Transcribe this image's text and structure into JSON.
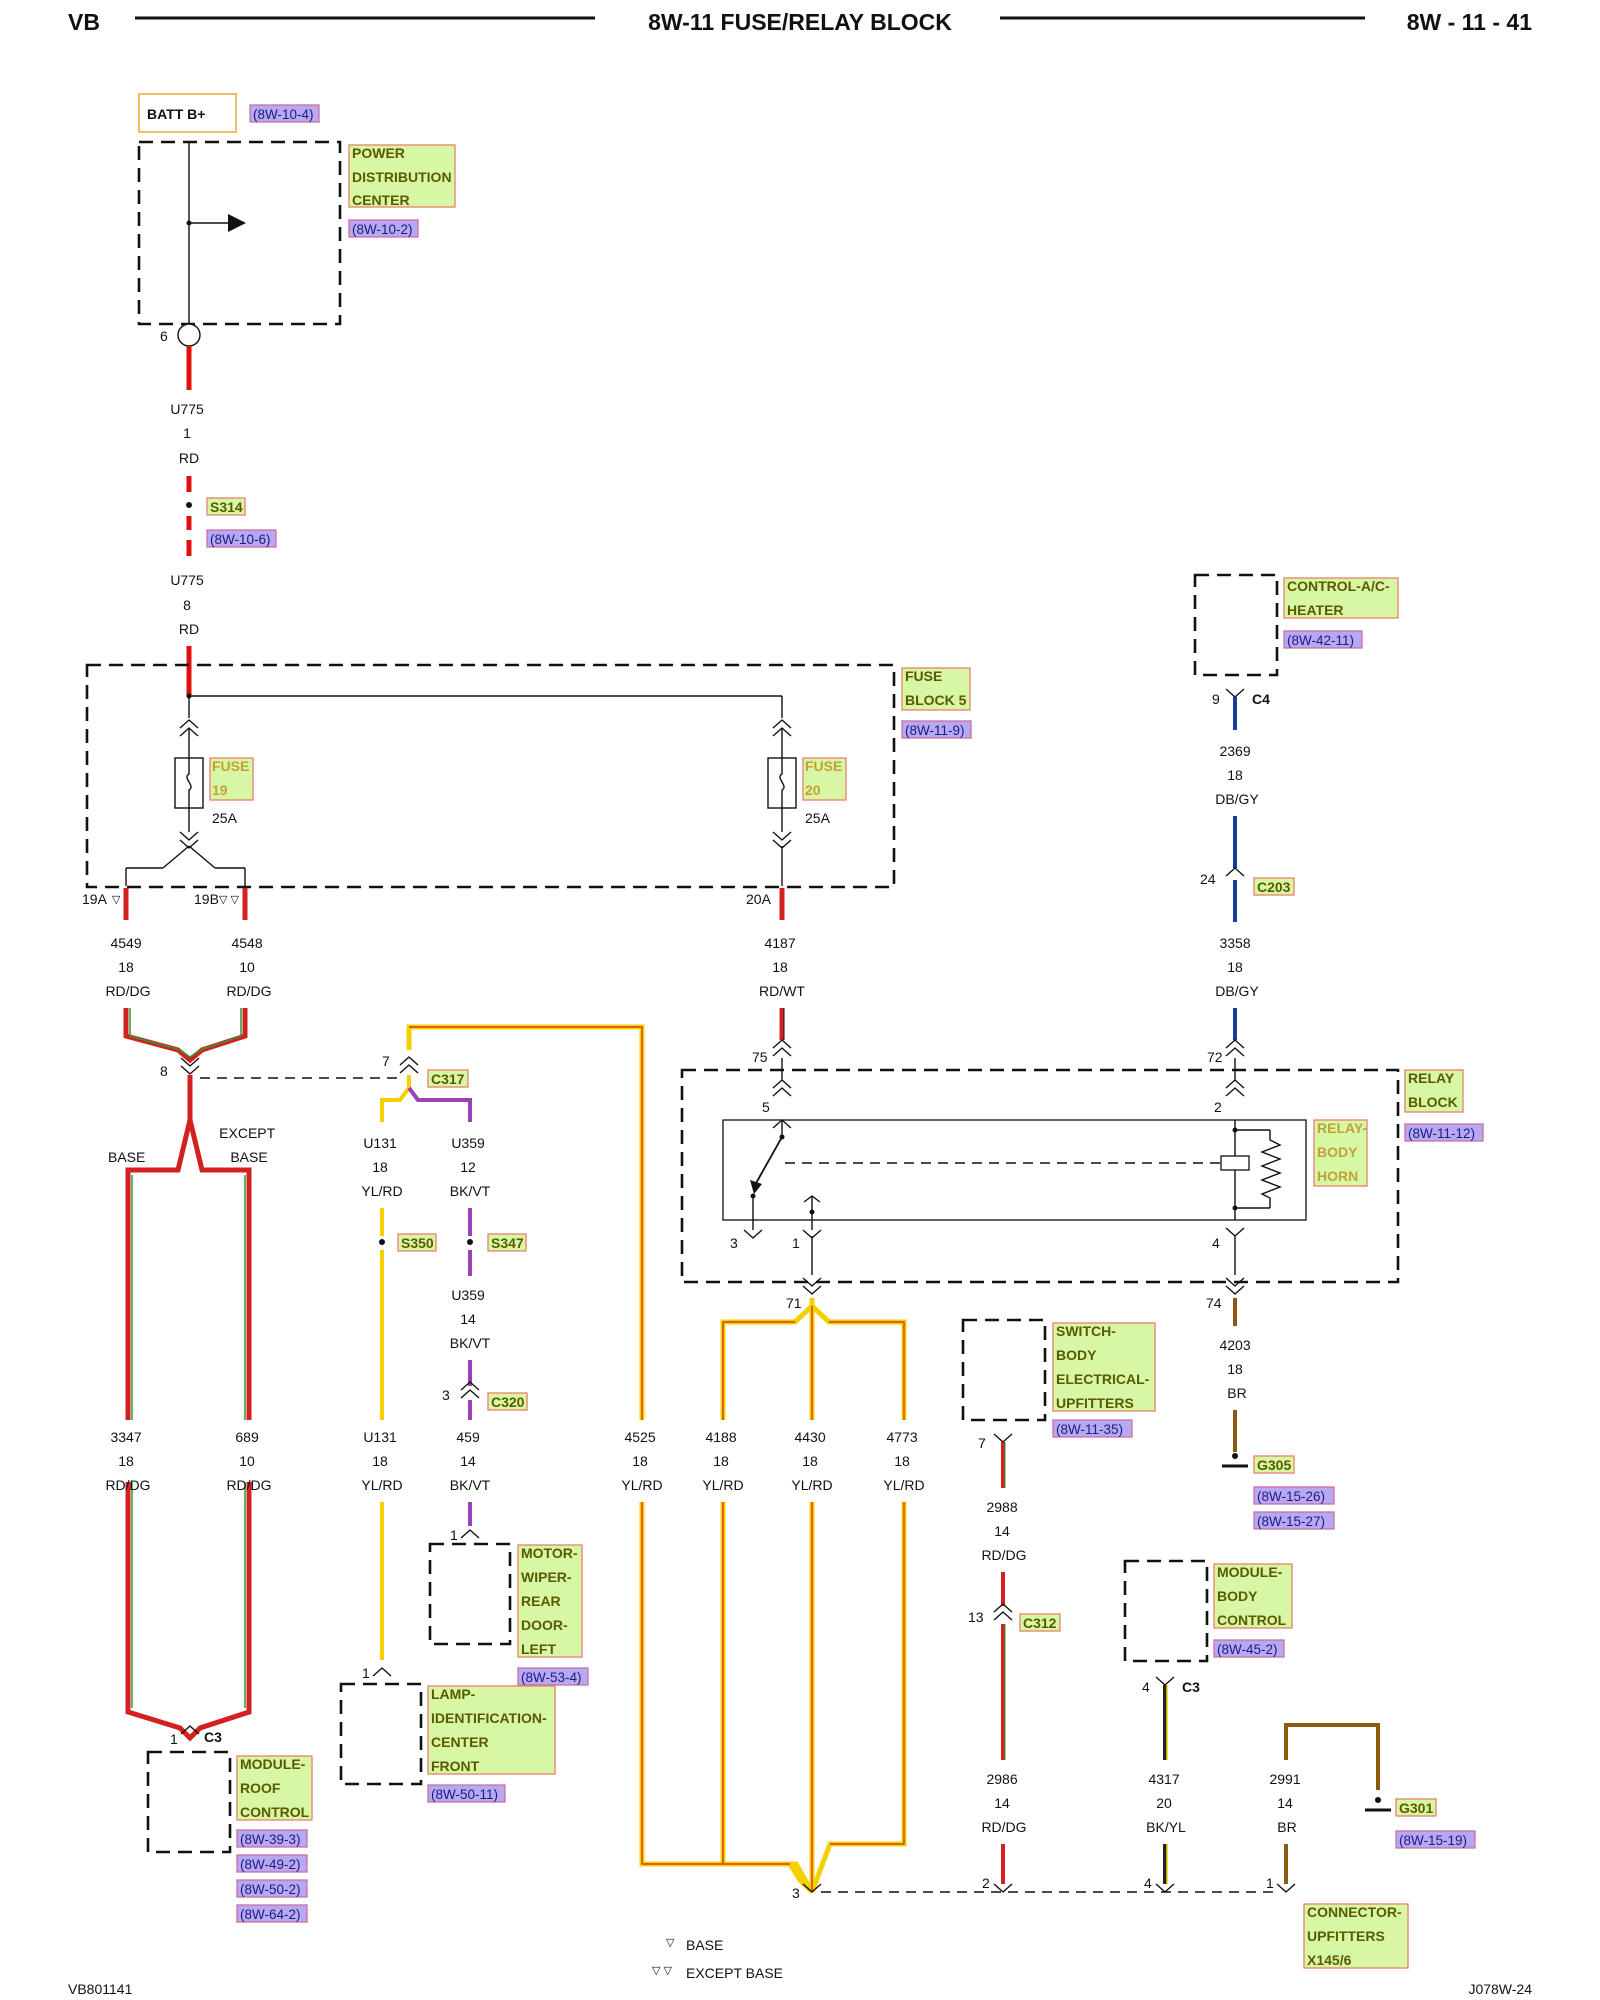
{
  "header": {
    "left": "VB",
    "title": "8W-11 FUSE/RELAY BLOCK",
    "right": "8W - 11 - 41"
  },
  "footer": {
    "left": "VB801141",
    "right": "J078W-24"
  },
  "legend": {
    "base": "BASE",
    "except_base": "EXCEPT BASE"
  },
  "components": {
    "batt": {
      "label": "BATT B+",
      "ref": "(8W-10-4)"
    },
    "pdc": {
      "name": [
        "POWER",
        "DISTRIBUTION",
        "CENTER"
      ],
      "ref": "(8W-10-2)",
      "pin": "6"
    },
    "splice_s314": {
      "label": "S314",
      "ref": "(8W-10-6)"
    },
    "fuse_block": {
      "name": [
        "FUSE",
        "BLOCK 5"
      ],
      "ref": "(8W-11-9)"
    },
    "fuse19": {
      "name": [
        "FUSE",
        "19"
      ],
      "rating": "25A",
      "pin_a": "19A",
      "pin_b": "19B"
    },
    "fuse20": {
      "name": [
        "FUSE",
        "20"
      ],
      "rating": "25A",
      "pin": "20A"
    },
    "control_ac": {
      "name": [
        "CONTROL-A/C-",
        "HEATER"
      ],
      "ref": "(8W-42-11)",
      "pin": "9",
      "conn": "C4"
    },
    "c203": {
      "label": "C203",
      "pin": "24"
    },
    "relay_block": {
      "name": [
        "RELAY",
        "BLOCK"
      ],
      "ref": "(8W-11-12)",
      "pins": [
        "75",
        "72",
        "5",
        "2",
        "3",
        "1",
        "4",
        "71",
        "74"
      ]
    },
    "relay_horn": {
      "name": [
        "RELAY-",
        "BODY",
        "HORN"
      ]
    },
    "c317": {
      "label": "C317",
      "pin": "7",
      "splice_pin": "8"
    },
    "s350": {
      "label": "S350"
    },
    "s347": {
      "label": "S347"
    },
    "c320": {
      "label": "C320",
      "pin": "3"
    },
    "motor_wiper": {
      "name": [
        "MOTOR-",
        "WIPER-",
        "REAR",
        "DOOR-",
        "LEFT"
      ],
      "ref": "(8W-53-4)",
      "pin": "1"
    },
    "lamp_id": {
      "name": [
        "LAMP-",
        "IDENTIFICATION-",
        "CENTER",
        "FRONT"
      ],
      "ref": "(8W-50-11)",
      "pin": "1"
    },
    "module_roof": {
      "name": [
        "MODULE-",
        "ROOF",
        "CONTROL"
      ],
      "refs": [
        "(8W-39-3)",
        "(8W-49-2)",
        "(8W-50-2)",
        "(8W-64-2)"
      ],
      "pin": "1",
      "conn": "C3"
    },
    "switch_body": {
      "name": [
        "SWITCH-",
        "BODY",
        "ELECTRICAL-",
        "UPFITTERS"
      ],
      "ref": "(8W-11-35)",
      "pin": "7"
    },
    "c312": {
      "label": "C312",
      "pin": "13"
    },
    "g305": {
      "label": "G305",
      "refs": [
        "(8W-15-26)",
        "(8W-15-27)"
      ]
    },
    "module_body": {
      "name": [
        "MODULE-",
        "BODY",
        "CONTROL"
      ],
      "ref": "(8W-45-2)",
      "pin": "4",
      "conn": "C3"
    },
    "g301": {
      "label": "G301",
      "ref": "(8W-15-19)"
    },
    "connector_upfitters": {
      "name": [
        "CONNECTOR-",
        "UPFITTERS",
        "X145/6"
      ],
      "pins": [
        "3",
        "2",
        "4",
        "1"
      ]
    }
  },
  "branch_labels": {
    "base": "BASE",
    "except": [
      "EXCEPT",
      "BASE"
    ]
  },
  "wires": [
    {
      "id": "u775a",
      "circuit": "U775",
      "gauge": "1",
      "color": "RD"
    },
    {
      "id": "u775b",
      "circuit": "U775",
      "gauge": "8",
      "color": "RD"
    },
    {
      "id": "w4549",
      "circuit": "4549",
      "gauge": "18",
      "color": "RD/DG"
    },
    {
      "id": "w4548",
      "circuit": "4548",
      "gauge": "10",
      "color": "RD/DG"
    },
    {
      "id": "w4187",
      "circuit": "4187",
      "gauge": "18",
      "color": "RD/WT"
    },
    {
      "id": "w2369",
      "circuit": "2369",
      "gauge": "18",
      "color": "DB/GY"
    },
    {
      "id": "w3358",
      "circuit": "3358",
      "gauge": "18",
      "color": "DB/GY"
    },
    {
      "id": "u131a",
      "circuit": "U131",
      "gauge": "18",
      "color": "YL/RD"
    },
    {
      "id": "u359a",
      "circuit": "U359",
      "gauge": "12",
      "color": "BK/VT"
    },
    {
      "id": "u359b",
      "circuit": "U359",
      "gauge": "14",
      "color": "BK/VT"
    },
    {
      "id": "w4203",
      "circuit": "4203",
      "gauge": "18",
      "color": "BR"
    },
    {
      "id": "w3347",
      "circuit": "3347",
      "gauge": "18",
      "color": "RD/DG"
    },
    {
      "id": "w689",
      "circuit": "689",
      "gauge": "10",
      "color": "RD/DG"
    },
    {
      "id": "u131b",
      "circuit": "U131",
      "gauge": "18",
      "color": "YL/RD"
    },
    {
      "id": "w459",
      "circuit": "459",
      "gauge": "14",
      "color": "BK/VT"
    },
    {
      "id": "w4525",
      "circuit": "4525",
      "gauge": "18",
      "color": "YL/RD"
    },
    {
      "id": "w4188",
      "circuit": "4188",
      "gauge": "18",
      "color": "YL/RD"
    },
    {
      "id": "w4430",
      "circuit": "4430",
      "gauge": "18",
      "color": "YL/RD"
    },
    {
      "id": "w4773",
      "circuit": "4773",
      "gauge": "18",
      "color": "YL/RD"
    },
    {
      "id": "w2988",
      "circuit": "2988",
      "gauge": "14",
      "color": "RD/DG"
    },
    {
      "id": "w2986",
      "circuit": "2986",
      "gauge": "14",
      "color": "RD/DG"
    },
    {
      "id": "w4317",
      "circuit": "4317",
      "gauge": "20",
      "color": "BK/YL"
    },
    {
      "id": "w2991",
      "circuit": "2991",
      "gauge": "14",
      "color": "BR"
    }
  ]
}
